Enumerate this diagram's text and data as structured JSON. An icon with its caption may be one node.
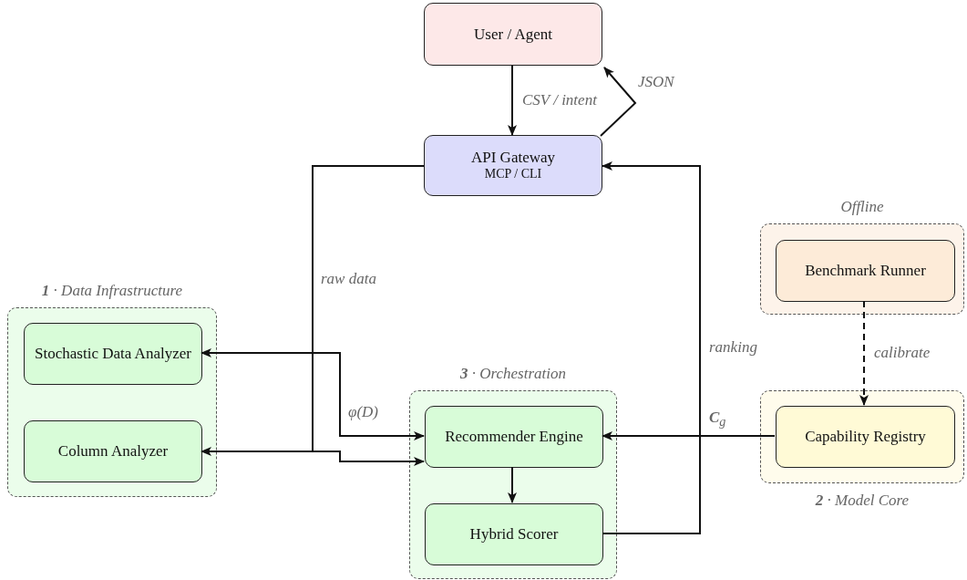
{
  "diagram": {
    "nodes": [
      {
        "text": [
          "User / Agent"
        ]
      },
      {
        "text": [
          "API Gateway",
          "MCP / CLI"
        ]
      },
      {
        "text": [
          "**1** · Data Infrastructure"
        ]
      },
      {
        "text": [
          "Stochastic Data Analyzer"
        ],
        "in": 2
      },
      {
        "text": [
          "Column Analyzer"
        ],
        "in": 2
      },
      {
        "text": [
          "**3** · Orchestration"
        ]
      },
      {
        "text": [
          "Recommender Engine"
        ],
        "in": 5
      },
      {
        "text": [
          "Hybrid Scorer"
        ],
        "in": 5
      },
      {
        "text": [
          "Offline"
        ]
      },
      {
        "text": [
          "Benchmark Runner"
        ],
        "in": 8
      },
      {
        "text": [
          "**2** · Model Core"
        ]
      },
      {
        "text": [
          "Capability Registry"
        ],
        "in": 10
      }
    ],
    "edges": [
      {
        "from": 0,
        "to": 1,
        "arrow": "to",
        "label": "CSV / intent"
      },
      {
        "from": 1,
        "to": 0,
        "arrow": "to",
        "label": "JSON"
      },
      {
        "from": 1,
        "to": 4,
        "arrow": "to",
        "label": "raw data"
      },
      {
        "from": 1,
        "to": 6,
        "arrow": "to"
      },
      {
        "from": 3,
        "to": 6,
        "arrow": "both",
        "label": "φ(D)"
      },
      {
        "from": 6,
        "to": 7,
        "arrow": "to"
      },
      {
        "from": 7,
        "to": 1,
        "arrow": "to",
        "label": "ranking"
      },
      {
        "from": 11,
        "to": 6,
        "arrow": "to",
        "label": "**C**$_{g}$"
      },
      {
        "from": 9,
        "to": 11,
        "arrow": "to",
        "style": "dashed",
        "label": "calibrate"
      }
    ]
  }
}
